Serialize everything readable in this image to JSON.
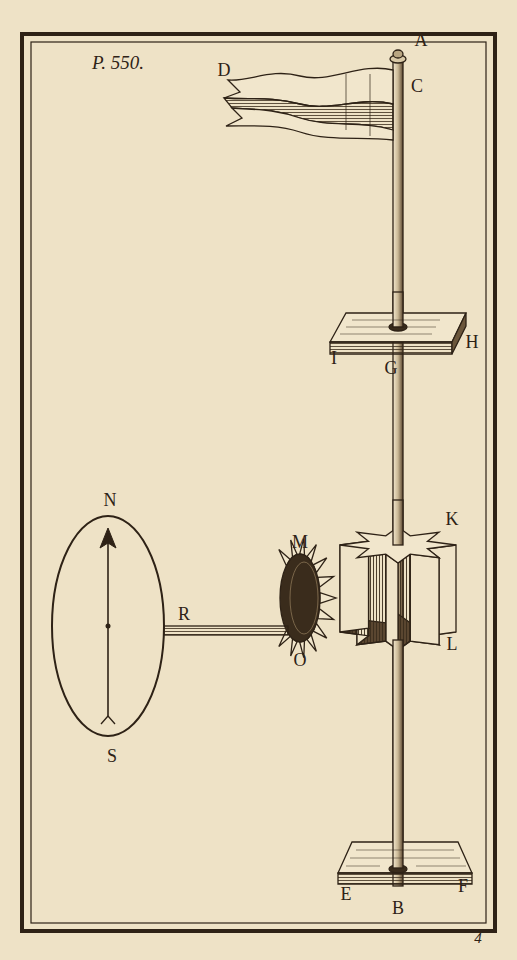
{
  "diagram": {
    "labels": [
      "P. 550.",
      "A",
      "C",
      "D",
      "I",
      "G",
      "H",
      "K",
      "M",
      "R",
      "N",
      "O",
      "L",
      "S",
      "E",
      "B",
      "F",
      "4"
    ]
  }
}
